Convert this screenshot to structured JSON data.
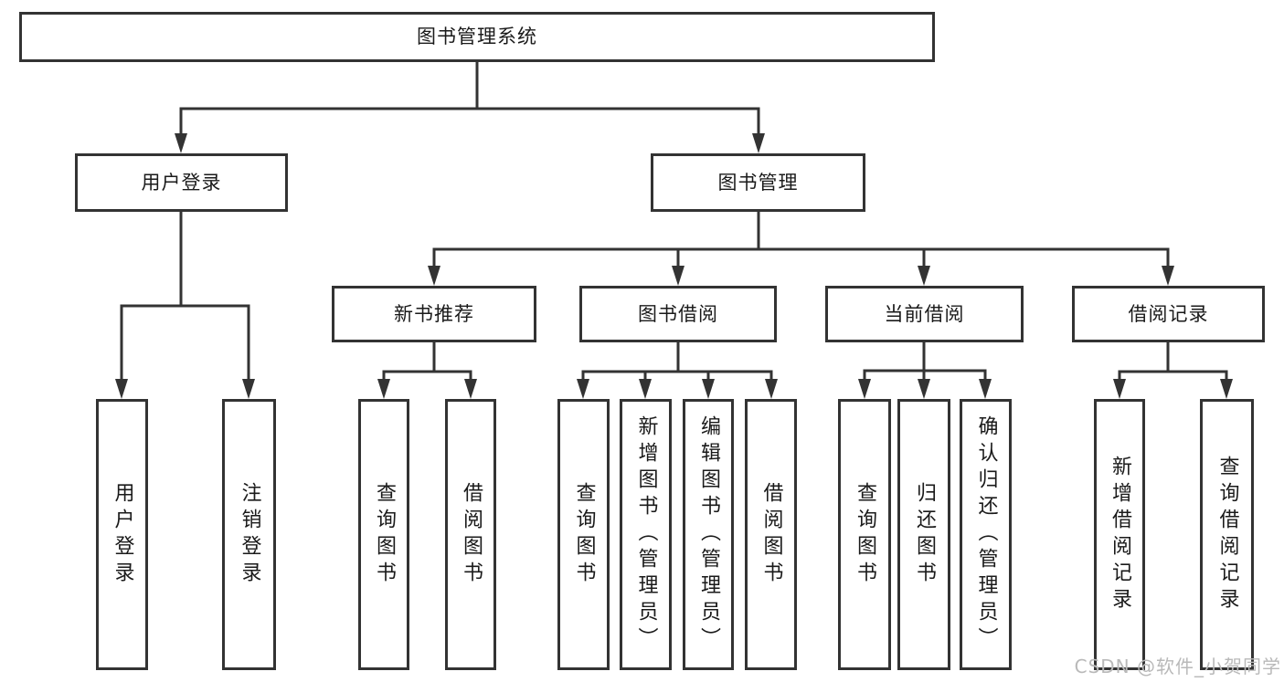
{
  "colors": {
    "line": "#333333",
    "box_background": "#ffffff",
    "text": "#1a1a1a",
    "watermark": "#b9b9b9"
  },
  "root": {
    "label": "图书管理系统"
  },
  "level2": [
    {
      "id": "user-login",
      "label": "用户登录"
    },
    {
      "id": "book-management",
      "label": "图书管理"
    }
  ],
  "level3": [
    {
      "id": "new-book-recommend",
      "label": "新书推荐"
    },
    {
      "id": "book-borrowing",
      "label": "图书借阅"
    },
    {
      "id": "current-borrowing",
      "label": "当前借阅"
    },
    {
      "id": "borrowing-records",
      "label": "借阅记录"
    }
  ],
  "leaves": [
    {
      "id": "user-login-action",
      "label": "用户登录",
      "parent": "用户登录"
    },
    {
      "id": "logout-action",
      "label": "注销登录",
      "parent": "用户登录"
    },
    {
      "id": "query-books-recommend",
      "label": "查询图书",
      "parent": "新书推荐"
    },
    {
      "id": "borrow-books-recommend",
      "label": "借阅图书",
      "parent": "新书推荐"
    },
    {
      "id": "query-books-borrow",
      "label": "查询图书",
      "parent": "图书借阅"
    },
    {
      "id": "add-books-admin",
      "label": "新增图书（管理员）",
      "parent": "图书借阅"
    },
    {
      "id": "edit-books-admin",
      "label": "编辑图书（管理员）",
      "parent": "图书借阅"
    },
    {
      "id": "borrow-books-borrow",
      "label": "借阅图书",
      "parent": "图书借阅"
    },
    {
      "id": "query-books-current",
      "label": "查询图书",
      "parent": "当前借阅"
    },
    {
      "id": "return-books",
      "label": "归还图书",
      "parent": "当前借阅"
    },
    {
      "id": "confirm-return-admin",
      "label": "确认归还（管理员）",
      "parent": "当前借阅"
    },
    {
      "id": "add-borrow-record",
      "label": "新增借阅记录",
      "parent": "借阅记录"
    },
    {
      "id": "query-borrow-record",
      "label": "查询借阅记录",
      "parent": "借阅记录"
    }
  ],
  "watermark": {
    "text": "CSDN @软件_小贺同学"
  }
}
